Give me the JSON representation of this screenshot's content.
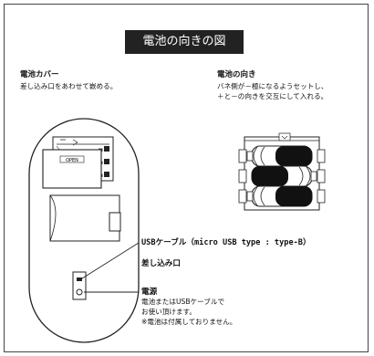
{
  "title": "電池の向きの図",
  "cover": {
    "heading": "電池カバー",
    "text": "差し込み口をあわせて嵌める。",
    "open_label": "OPEN"
  },
  "orientation": {
    "heading": "電池の向き",
    "lines": [
      "バネ側が－極になるようセットし、",
      "＋と－の向きを交互にして入れる。"
    ]
  },
  "callouts": {
    "usb": "USBケーブル（micro USB type : type-B）",
    "port": "差し込み口",
    "power_heading": "電源",
    "power_lines": [
      "電池またはUSBケーブルで",
      "お使い頂けます。",
      "※電池は付属しておりません。"
    ]
  }
}
